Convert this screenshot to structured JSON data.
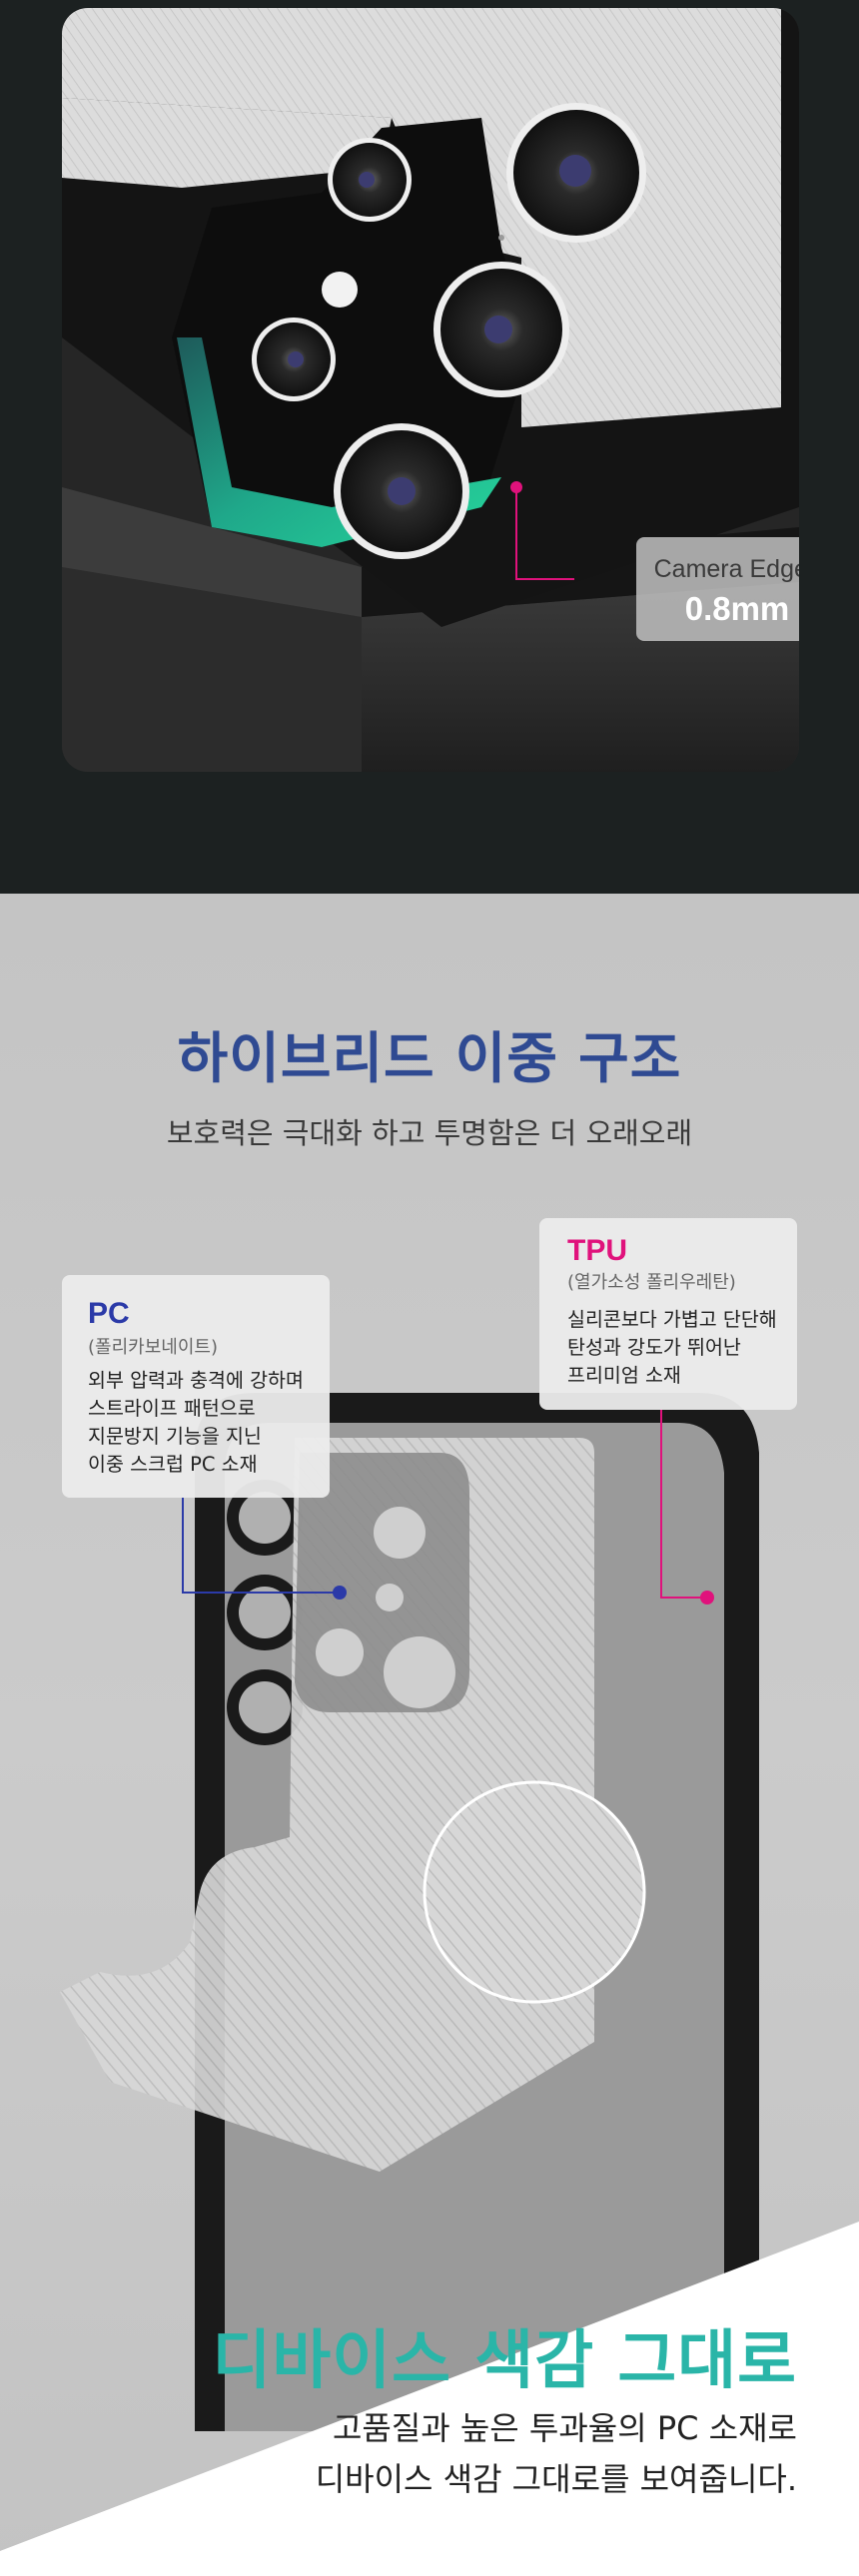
{
  "camera_section": {
    "badge": {
      "label": "Camera Edges",
      "value": "0.8mm"
    }
  },
  "structure_section": {
    "headline": "하이브리드 이중 구조",
    "subline": "보호력은 극대화 하고 투명함은 더 오래오래",
    "pc": {
      "title": "PC",
      "subtitle": "(폴리카보네이트)",
      "lines": [
        "외부 압력과 충격에 강하며",
        "스트라이프 패턴으로",
        "지문방지 기능을 지닌",
        "이중 스크럽 PC 소재"
      ]
    },
    "tpu": {
      "title": "TPU",
      "subtitle": "(열가소성 폴리우레탄)",
      "lines": [
        "실리콘보다 가볍고 단단해",
        "탄성과 강도가 뛰어난",
        "프리미엄 소재"
      ]
    }
  },
  "color_section": {
    "headline": "디바이스 색감 그대로",
    "lines": [
      "고품질과 높은 투과율의 PC 소재로",
      "디바이스 색감 그대로를 보여줍니다."
    ]
  },
  "colors": {
    "pc_accent": "#2b3aa8",
    "tpu_accent": "#e0127c",
    "headline_blue": "#2f4a92",
    "headline_teal": "#2ab5a8"
  }
}
